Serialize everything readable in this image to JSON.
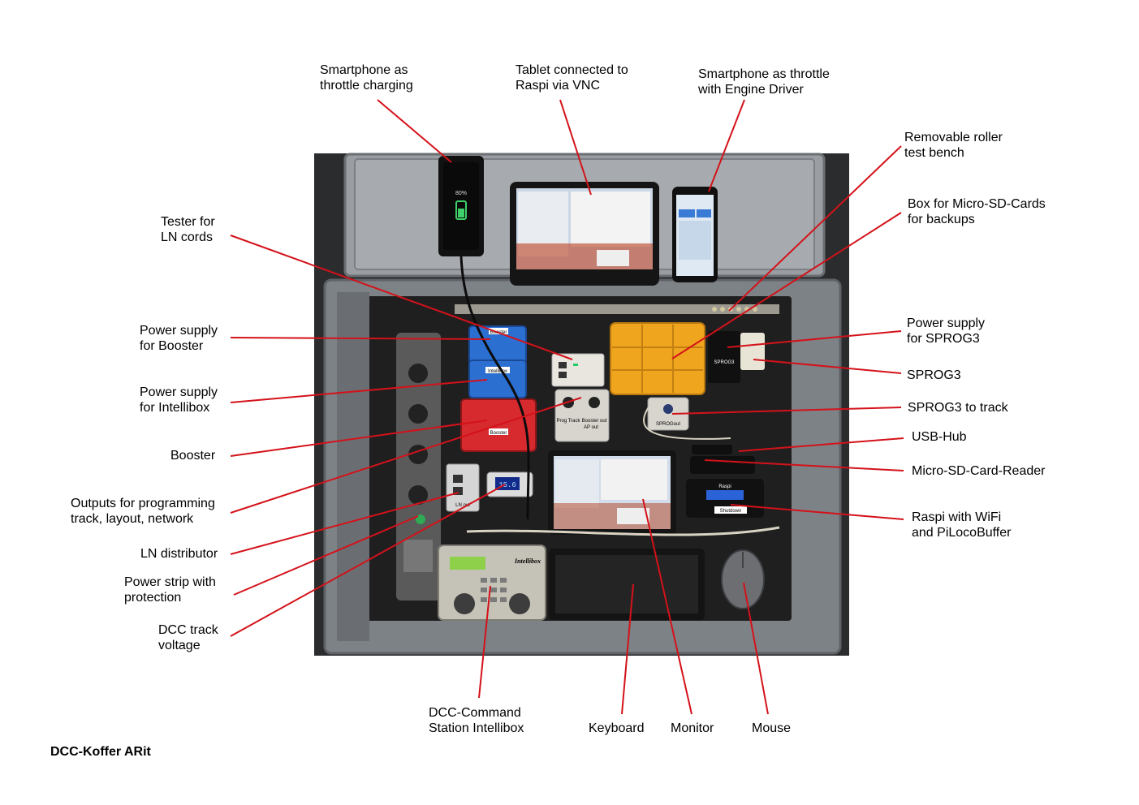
{
  "title": "DCC-Koffer ARit",
  "colors": {
    "leader_line": "#d4121a",
    "case_dark": "#3a3a3a",
    "case_grey": "#8e9296",
    "mat": "#1e1e1e"
  },
  "labels": {
    "smartphone_charging": "Smartphone as\nthrottle charging",
    "tablet_vnc": "Tablet connected to\nRaspi via VNC",
    "smartphone_throttle": "Smartphone as throttle\nwith Engine Driver",
    "roller_bench": "Removable roller\ntest bench",
    "sd_box": "Box for Micro-SD-Cards\nfor backups",
    "ln_tester": "Tester for\nLN cords",
    "ps_booster": "Power supply\nfor Booster",
    "ps_intellibox": "Power supply\nfor Intellibox",
    "booster": "Booster",
    "outputs": "Outputs for programming\ntrack, layout, network",
    "ln_distributor": "LN distributor",
    "power_strip": "Power strip with\nprotection",
    "dcc_voltage": "DCC track\nvoltage",
    "ps_sprog3": "Power supply\nfor SPROG3",
    "sprog3": "SPROG3",
    "sprog3_track": "SPROG3 to track",
    "usb_hub": "USB-Hub",
    "sd_reader": "Micro-SD-Card-Reader",
    "raspi": "Raspi with WiFi\nand PiLocoBuffer",
    "command_station": "DCC-Command\nStation Intellibox",
    "keyboard": "Keyboard",
    "monitor": "Monitor",
    "mouse": "Mouse"
  },
  "device_text": {
    "phone_battery": "80%",
    "booster_tag": "Booster",
    "intellibox_tag": "Intellibox",
    "sprog_tag": "SPROG3",
    "prog_track": "Prog Track",
    "booster_out": "Booster out",
    "ap_out": "AP out",
    "sprog_out": "SPROGout",
    "ln_out": "LN out",
    "voltmeter": "15.6",
    "raspi_tag": "Raspi",
    "shutdown": "Shutdown",
    "intellibox_brand": "Intellibox"
  }
}
